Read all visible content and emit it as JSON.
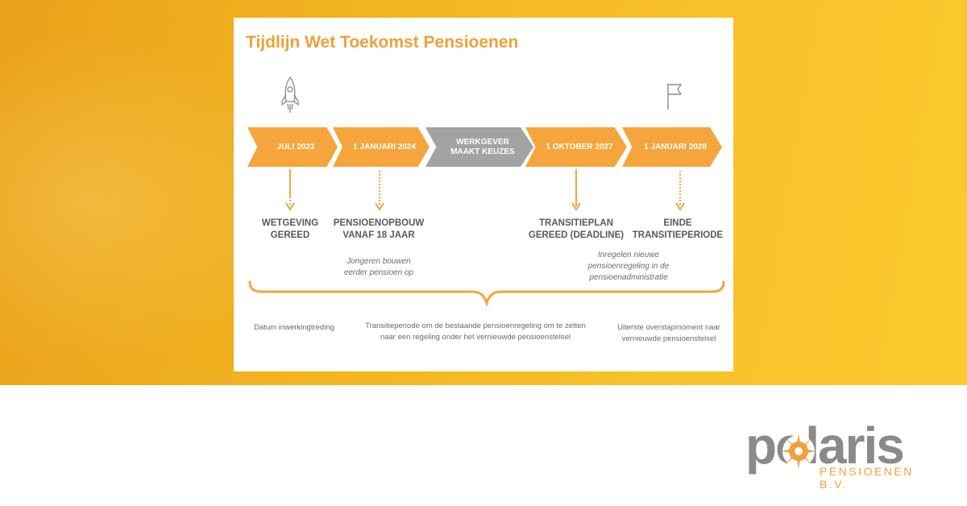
{
  "card": {
    "title": "Tijdlijn Wet Toekomst Pensioenen"
  },
  "icons": {
    "start": "rocket-icon",
    "end": "flag-icon"
  },
  "timeline": {
    "steps": [
      {
        "label": "JULI 2023",
        "color": "#f5a53c"
      },
      {
        "label": "1 JANUARI 2024",
        "color": "#f5a53c"
      },
      {
        "label": "WERKGEVER\nMAAKT KEUZES",
        "color": "#a3a3a3"
      },
      {
        "label": "1 OKTOBER  2027",
        "color": "#f5a53c"
      },
      {
        "label": "1 JANUARI  2028",
        "color": "#f5a53c"
      }
    ],
    "milestones": [
      {
        "title": "WETGEVING\nGEREED"
      },
      {
        "title": "PENSIOENOPBOUW\nVANAF 18 JAAR",
        "note": "Jongeren bouwen\neerder pensioen op"
      },
      {
        "title": "TRANSITIEPLAN\nGEREED (DEADLINE)",
        "note": "Inregelen nieuwe\npensioenregeling in de\npensioenadministratie"
      },
      {
        "title": "EINDE\nTRANSITIEPERIODE"
      }
    ],
    "captions": [
      "Datum inwerkingtreding",
      "Transitieperiode om de bestaande pensioenregeling om te zetten\nnaar een regeling onder het vernieuwde pensioenstelsel",
      "Uiterste overstapmoment naar\nvernieuwde pensioenstelsel"
    ]
  },
  "logo": {
    "word": "polaris",
    "subtitle": "PENSIOENEN B.V.",
    "word_color": "#8a8a8a",
    "accent_color": "#f0a03a"
  }
}
